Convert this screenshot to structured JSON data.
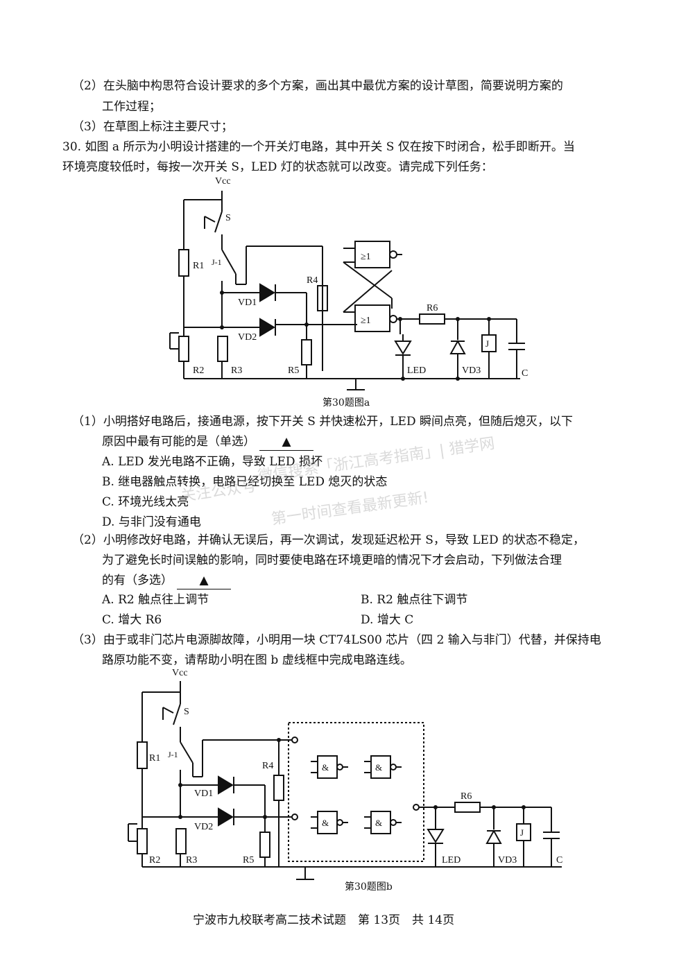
{
  "intro": {
    "item2_a": "（2）在头脑中构思符合设计要求的多个方案，画出其中最优方案的设计草图，简要说明方案的",
    "item2_b": "工作过程；",
    "item3": "（3）在草图上标注主要尺寸；"
  },
  "q30": {
    "stem_a": "30. 如图 a 所示为小明设计搭建的一个开关灯电路，其中开关 S 仅在按下时闭合，松手即断开。当",
    "stem_b": "环境亮度较低时，每按一次开关 S，LED 灯的状态就可以改变。请完成下列任务：",
    "fig_a_caption": "第30题图a",
    "fig_b_caption": "第30题图b",
    "sub1_a": "（1）小明搭好电路后，接通电源，按下开关 S 并快速松开，LED 瞬间点亮，但随后熄灭，以下",
    "sub1_b": "原因中最有可能的是（单选）",
    "sub1_opts": [
      "A. LED 发光电路不正确，导致 LED 损坏",
      "B. 继电器触点转换，电路已经切换至 LED 熄灭的状态",
      "C. 环境光线太亮",
      "D. 与非门没有通电"
    ],
    "sub2_a": "（2）小明修改好电路，并确认无误后，再一次调试，发现延迟松开 S，导致 LED 的状态不稳定，",
    "sub2_b": "为了避免长时间误触的影响，同时要使电路在环境更暗的情况下才会启动，下列做法合理",
    "sub2_c": "的有（多选）",
    "sub2_opts": [
      "A. R2 触点往上调节",
      "B. R2 触点往下调节",
      "C. 增大 R6",
      "D. 增大 C"
    ],
    "sub3_a": "（3）由于或非门芯片电源脚故障，小明用一块 CT74LS00 芯片（四 2 输入与非门）代替，并保持电",
    "sub3_b": "路原功能不变，请帮助小明在图 b 虚线框中完成电路连线。",
    "answer_mark": "▲"
  },
  "circuit_labels": {
    "vcc": "Vcc",
    "s": "S",
    "r1": "R1",
    "j1": "J-1",
    "r4": "R4",
    "vd1": "VD1",
    "vd2": "VD2",
    "r2": "R2",
    "r3": "R3",
    "r5": "R5",
    "r6": "R6",
    "led": "LED",
    "vd3": "VD3",
    "j": "J",
    "c": "C",
    "nor": "≥1",
    "nand": "&"
  },
  "watermark": [
    "微信搜索「浙江高考指南」| 猎学网",
    "第一时间查看最新更新!",
    "关注公众号"
  ],
  "footer": "宁波市九校联考高二技术试题　第 13页　共 14页"
}
